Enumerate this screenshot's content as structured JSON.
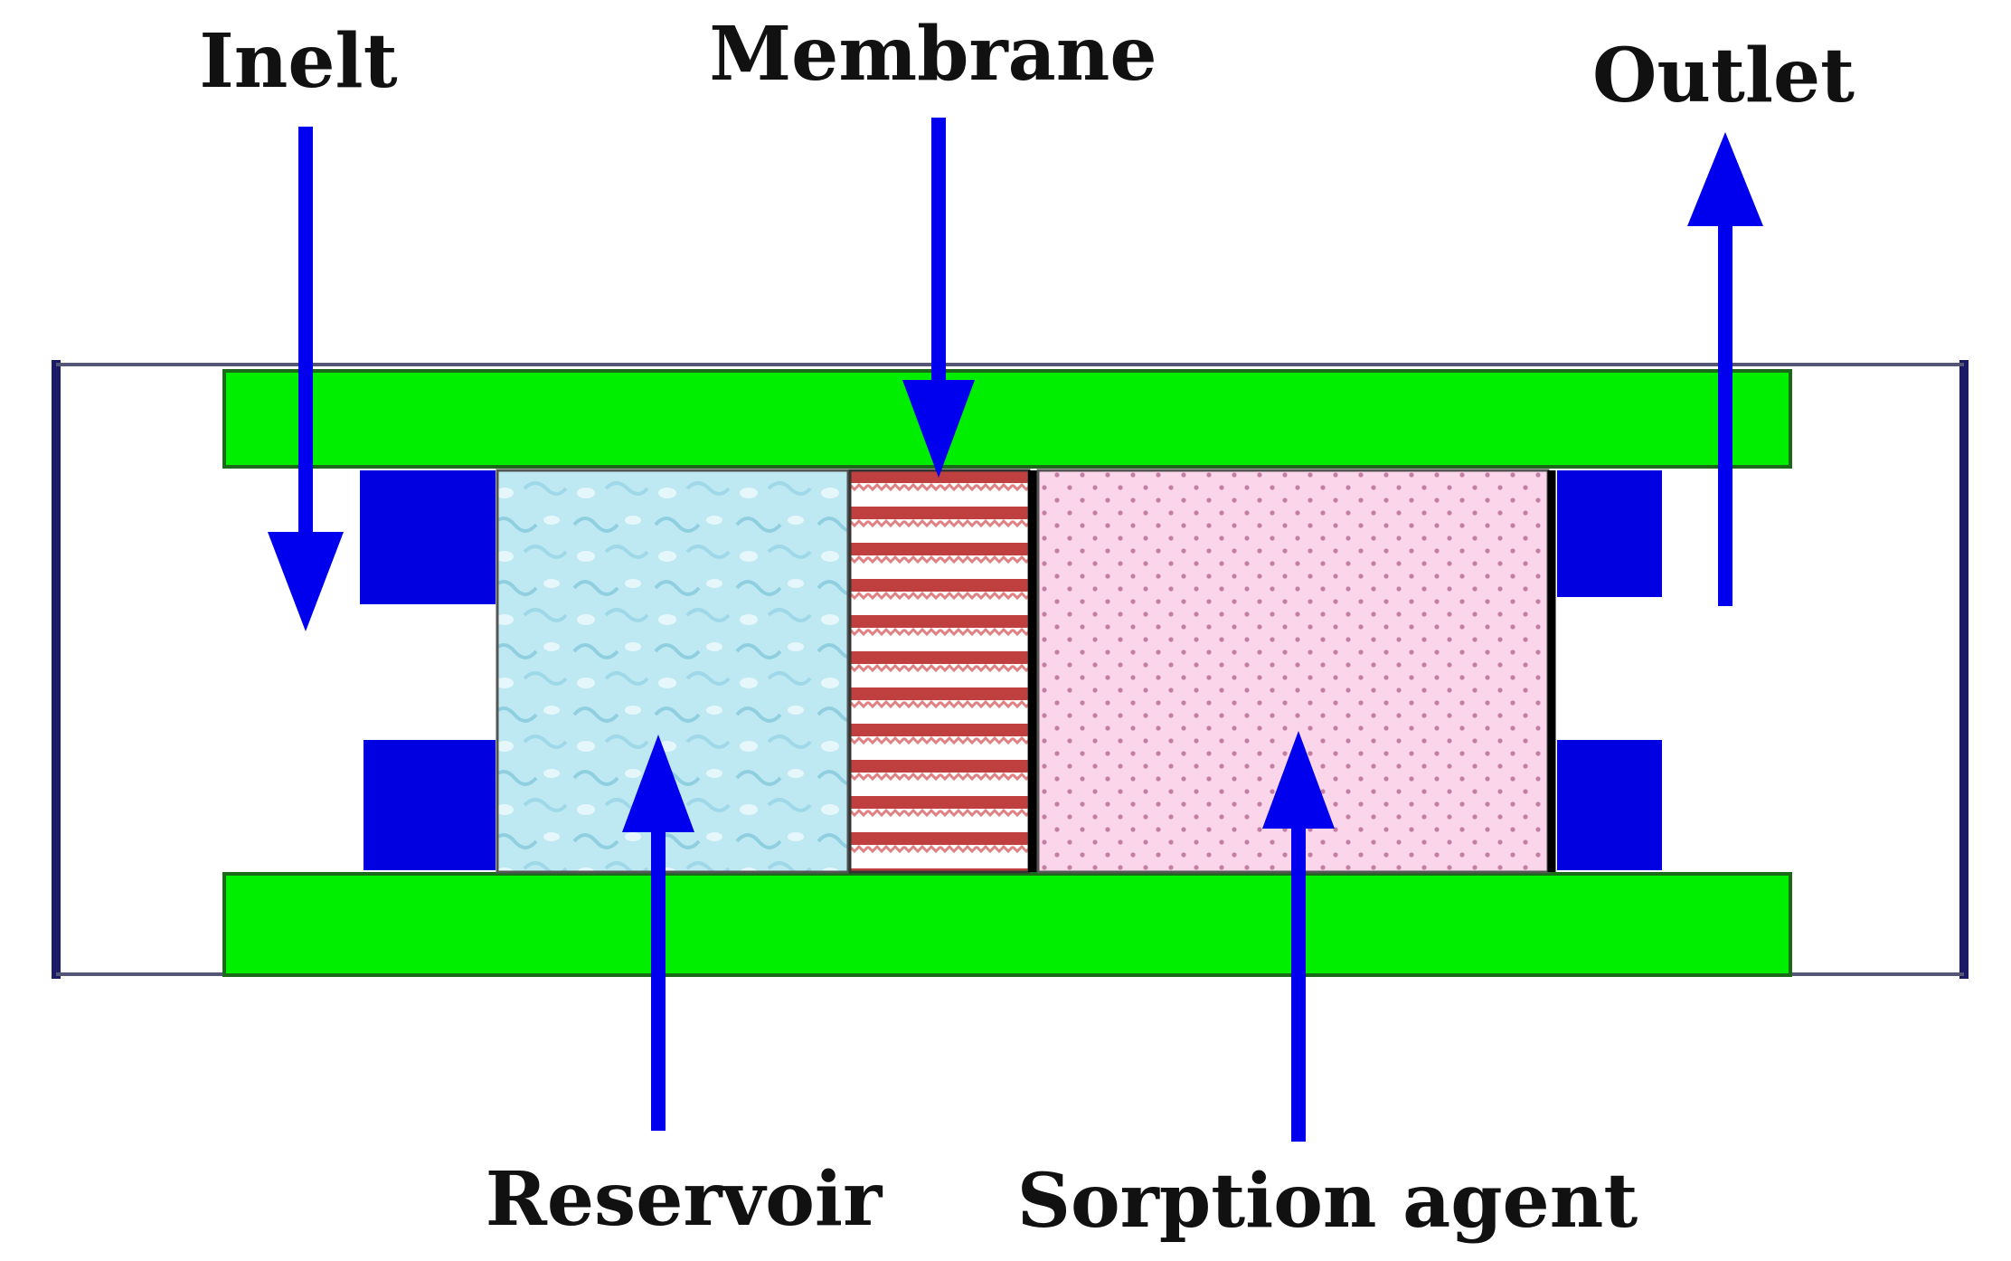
{
  "labels": {
    "inlet": "Inelt",
    "membrane": "Membrane",
    "outlet": "Outlet",
    "reservoir": "Reservoir",
    "sorption": "Sorption agent"
  },
  "colors": {
    "plate": "#00ee00",
    "seal": "#0000e0",
    "arrow": "#0000ee",
    "frame": "#1a1a66",
    "reservoir": "#bfe9f2",
    "membrane_stripe": "#c04040",
    "sorption": "#fbd5ea",
    "sorption_dots": "#d090b0"
  }
}
